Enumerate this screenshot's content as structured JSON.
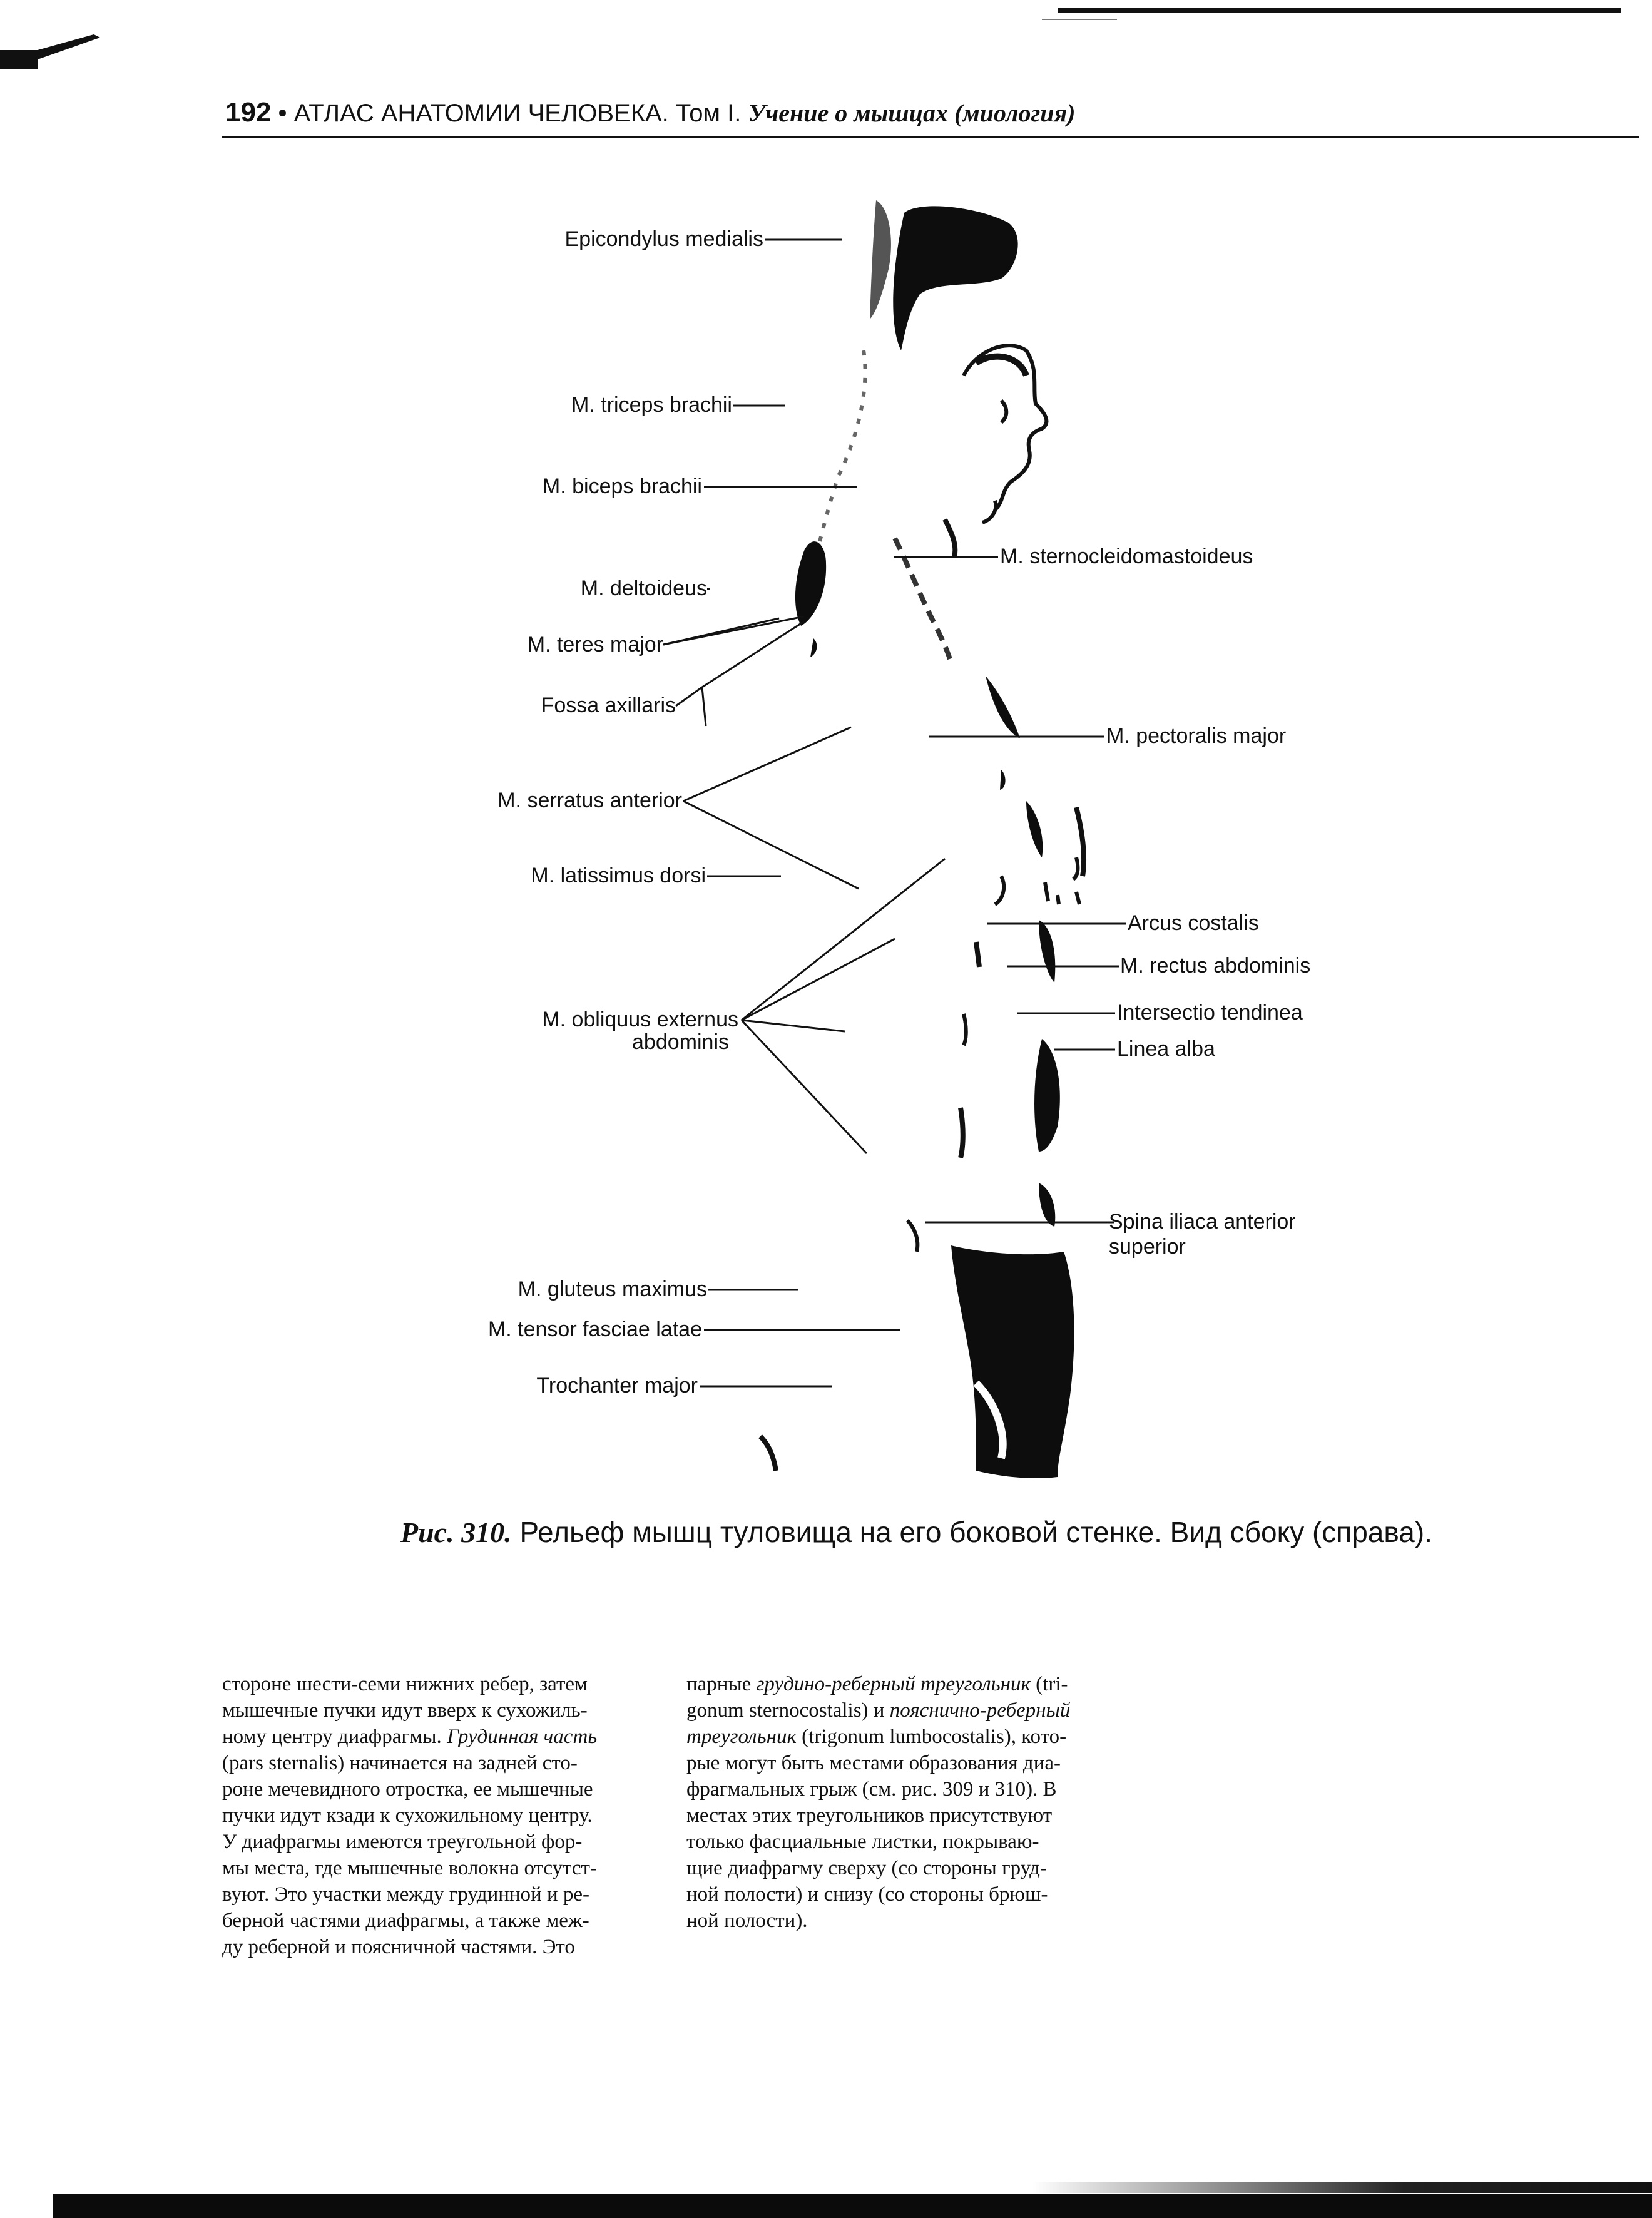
{
  "header": {
    "page_number": "192",
    "book_title": "АТЛАС АНАТОМИИ ЧЕЛОВЕКА. Том",
    "volume": "I",
    "section": "Учение о мышцах (миология)"
  },
  "figure": {
    "labels_left": {
      "epicondylus": "Epicondylus medialis",
      "triceps": "M. triceps brachii",
      "biceps": "M. biceps brachii",
      "deltoideus": "M. deltoideus",
      "teres": "M. teres major",
      "fossa": "Fossa axillaris",
      "serratus": "M. serratus anterior",
      "latissimus": "M. latissimus dorsi",
      "obliquus_1": "M. obliquus externus",
      "obliquus_2": "abdominis",
      "gluteus": "M. gluteus maximus",
      "tensor": "M. tensor fasciae latae",
      "trochanter": "Trochanter major"
    },
    "labels_right": {
      "sterno": "M. sternocleidomastoideus",
      "pectoralis": "M. pectoralis major",
      "arcus": "Arcus costalis",
      "rectus": "M. rectus abdominis",
      "intersectio": "Intersectio tendinea",
      "linea": "Linea alba",
      "spina_1": "Spina iliaca anterior",
      "spina_2": "superior"
    },
    "caption": {
      "label": "Рис. 310.",
      "text": "Рельеф мышц туловища на его боковой стенке. Вид сбоку (справа)."
    }
  },
  "body": {
    "col1": [
      "стороне шести-семи нижних ребер, затем",
      "мышечные пучки идут вверх к сухожиль-",
      "ному центру диафрагмы.",
      "Грудинная часть",
      "(pars sternalis) начинается на задней сто-",
      "роне мечевидного отростка, ее мышечные",
      "пучки идут кзади к сухожильному центру.",
      "У диафрагмы имеются треугольной фор-",
      "мы места, где мышечные волокна отсутст-",
      "вуют. Это участки между грудинной и ре-",
      "берной частями диафрагмы, а также меж-",
      "ду реберной и поясничной частями. Это"
    ],
    "col2": [
      "парные",
      "грудино-реберный треугольник",
      "(tri-",
      "gonum sternocostalis) и",
      "пояснично-реберный",
      "треугольник",
      "(trigonum lumbocostalis), кото-",
      "рые могут быть местами образования диа-",
      "фрагмальных грыж (см. рис. 309 и 310). В",
      "местах этих треугольников присутствуют",
      "только фасциальные листки, покрываю-",
      "щие диафрагму сверху (со стороны груд-",
      "ной полости) и снизу (со стороны брюш-",
      "ной полости)."
    ]
  }
}
